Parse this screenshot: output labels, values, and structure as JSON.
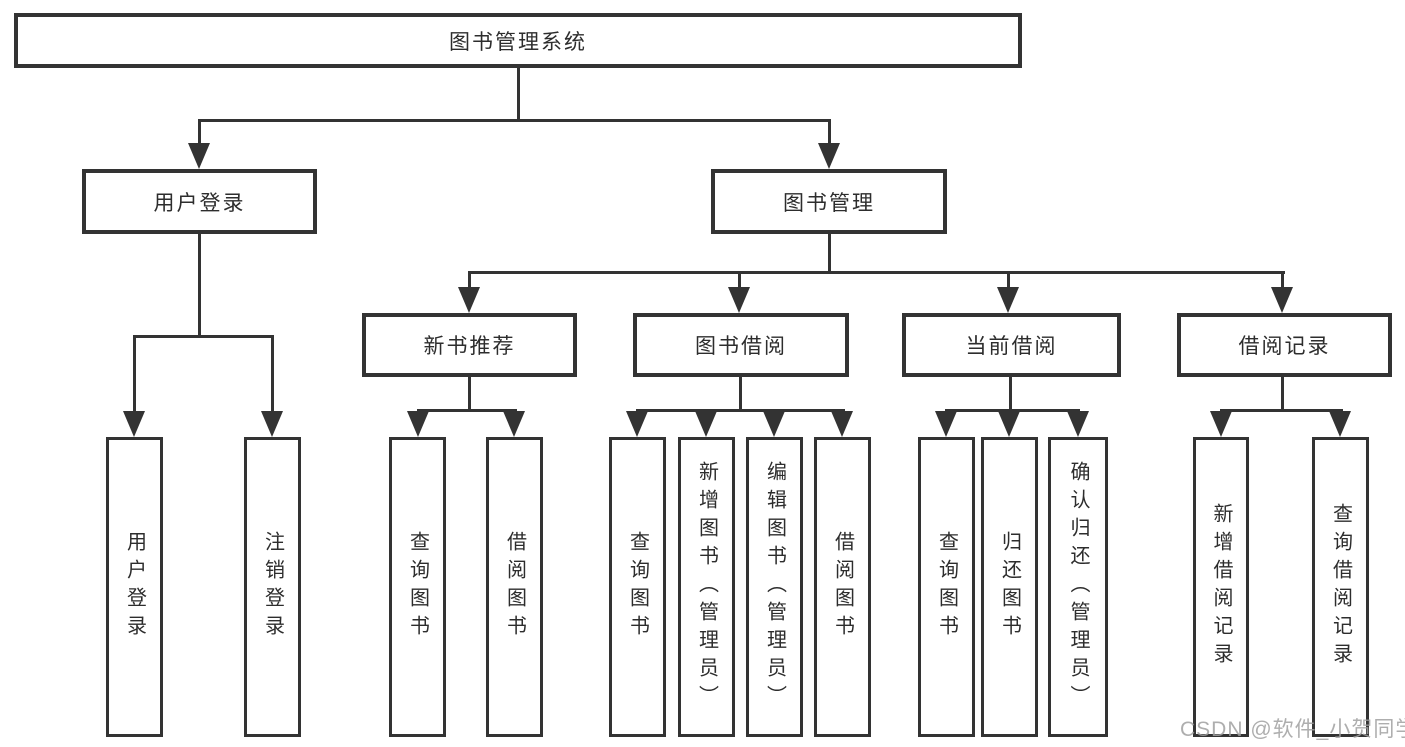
{
  "diagram": {
    "root": "图书管理系统",
    "user_branch": {
      "label": "用户登录",
      "leaves": [
        "用户登录",
        "注销登录"
      ]
    },
    "book_branch": {
      "label": "图书管理",
      "groups": [
        {
          "label": "新书推荐",
          "leaves": [
            "查询图书",
            "借阅图书"
          ]
        },
        {
          "label": "图书借阅",
          "leaves": [
            "查询图书",
            "新增图书（管理员）",
            "编辑图书（管理员）",
            "借阅图书"
          ]
        },
        {
          "label": "当前借阅",
          "leaves": [
            "查询图书",
            "归还图书",
            "确认归还（管理员）"
          ]
        },
        {
          "label": "借阅记录",
          "leaves": [
            "新增借阅记录",
            "查询借阅记录"
          ]
        }
      ]
    }
  },
  "watermark": "CSDN @软件_小贺同学",
  "colors": {
    "line": "#333333",
    "text": "#2d2d2d",
    "watermark": "#a6a6a6",
    "background": "#ffffff"
  }
}
